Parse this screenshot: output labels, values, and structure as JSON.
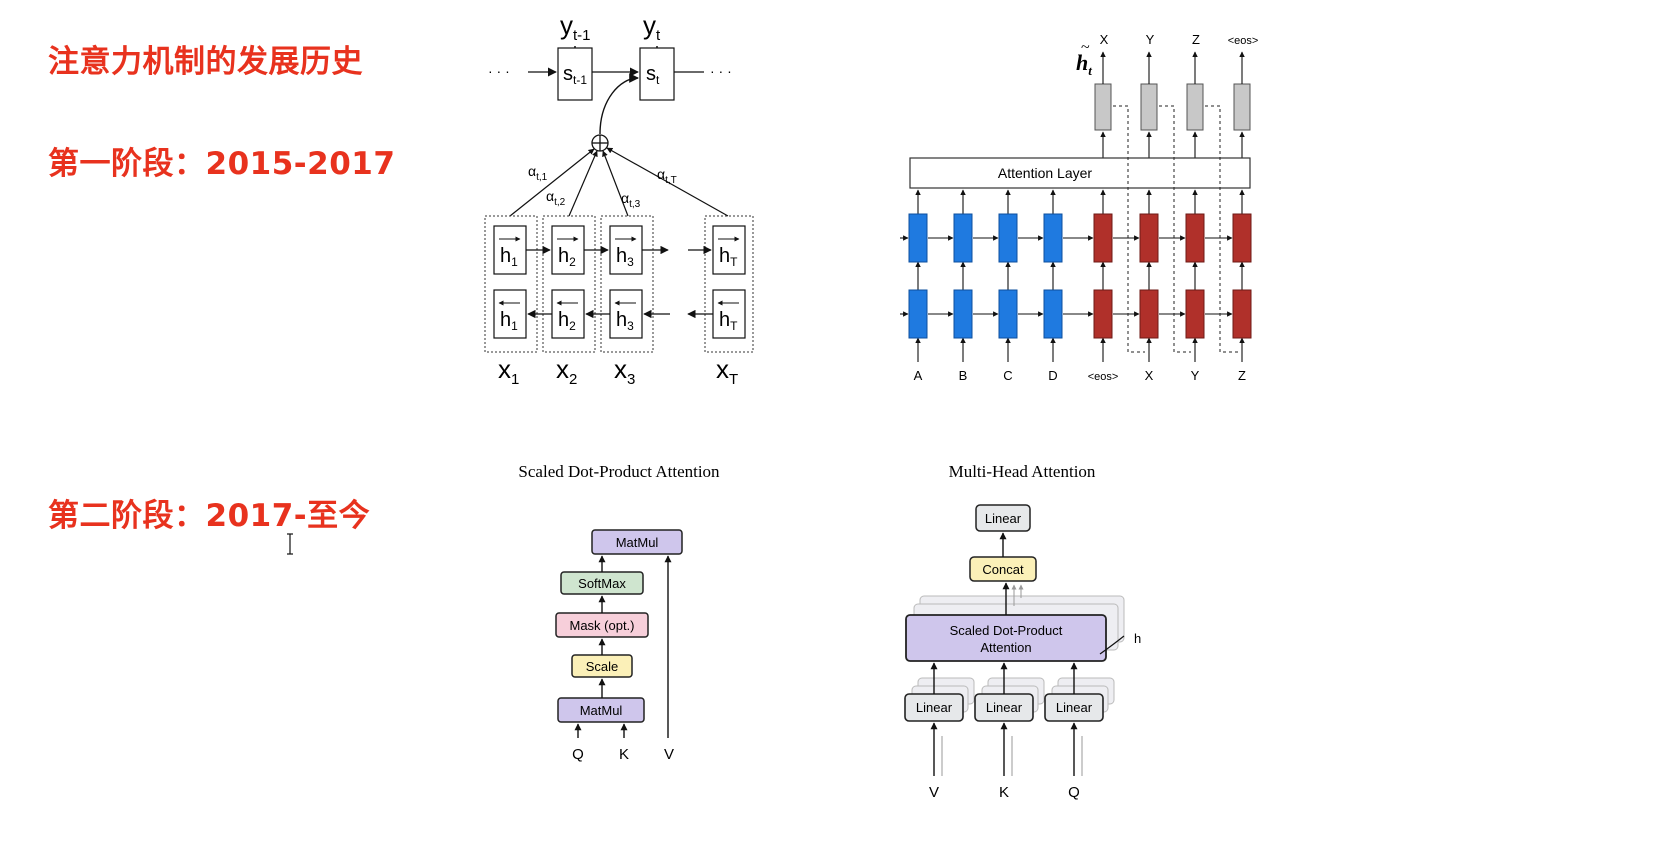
{
  "headings": {
    "title": "注意力机制的发展历史",
    "stage1": "第一阶段：2015-2017",
    "stage2": "第二阶段：2017-至今"
  },
  "colors": {
    "heading": "#e8321e",
    "encoder_blue": "#1f7ae0",
    "decoder_red": "#b0302a",
    "output_gray": "#c8c8c8",
    "matmul_purple": "#cfc6ec",
    "softmax_green": "#cfe5cf",
    "mask_pink": "#f7cfda",
    "scale_yellow": "#fbf0b8",
    "linear_gray": "#e6e8ea"
  },
  "bahdanau": {
    "y_prev": "y",
    "y_prev_sub": "t-1",
    "y_cur": "y",
    "y_cur_sub": "t",
    "s_prev": "s",
    "s_prev_sub": "t-1",
    "s_cur": "s",
    "s_cur_sub": "t",
    "dots": "· · ·",
    "plus": "⊕",
    "alphas": [
      {
        "a": "α",
        "sub": "t,1"
      },
      {
        "a": "α",
        "sub": "t,2"
      },
      {
        "a": "α",
        "sub": "t,3"
      },
      {
        "a": "α",
        "sub": "t,T"
      }
    ],
    "hidden": [
      {
        "h": "h",
        "sub": "1"
      },
      {
        "h": "h",
        "sub": "2"
      },
      {
        "h": "h",
        "sub": "3"
      },
      {
        "h": "h",
        "sub": "T"
      }
    ],
    "inputs": [
      {
        "x": "x",
        "sub": "1"
      },
      {
        "x": "x",
        "sub": "2"
      },
      {
        "x": "x",
        "sub": "3"
      },
      {
        "x": "x",
        "sub": "T"
      }
    ]
  },
  "luong": {
    "h_tilde": "h",
    "h_tilde_sub": "t",
    "outputs": [
      "X",
      "Y",
      "Z",
      "<eos>"
    ],
    "attention_layer": "Attention Layer",
    "inputs": [
      "A",
      "B",
      "C",
      "D",
      "<eos>",
      "X",
      "Y",
      "Z"
    ]
  },
  "scaled_dot": {
    "title": "Scaled Dot-Product Attention",
    "blocks": [
      "MatMul",
      "SoftMax",
      "Mask (opt.)",
      "Scale",
      "MatMul"
    ],
    "inputs": [
      "Q",
      "K",
      "V"
    ]
  },
  "multi_head": {
    "title": "Multi-Head Attention",
    "linear_top": "Linear",
    "concat": "Concat",
    "sdpa_line1": "Scaled Dot-Product",
    "sdpa_line2": "Attention",
    "h_label": "h",
    "linears": [
      "Linear",
      "Linear",
      "Linear"
    ],
    "inputs": [
      "V",
      "K",
      "Q"
    ]
  }
}
